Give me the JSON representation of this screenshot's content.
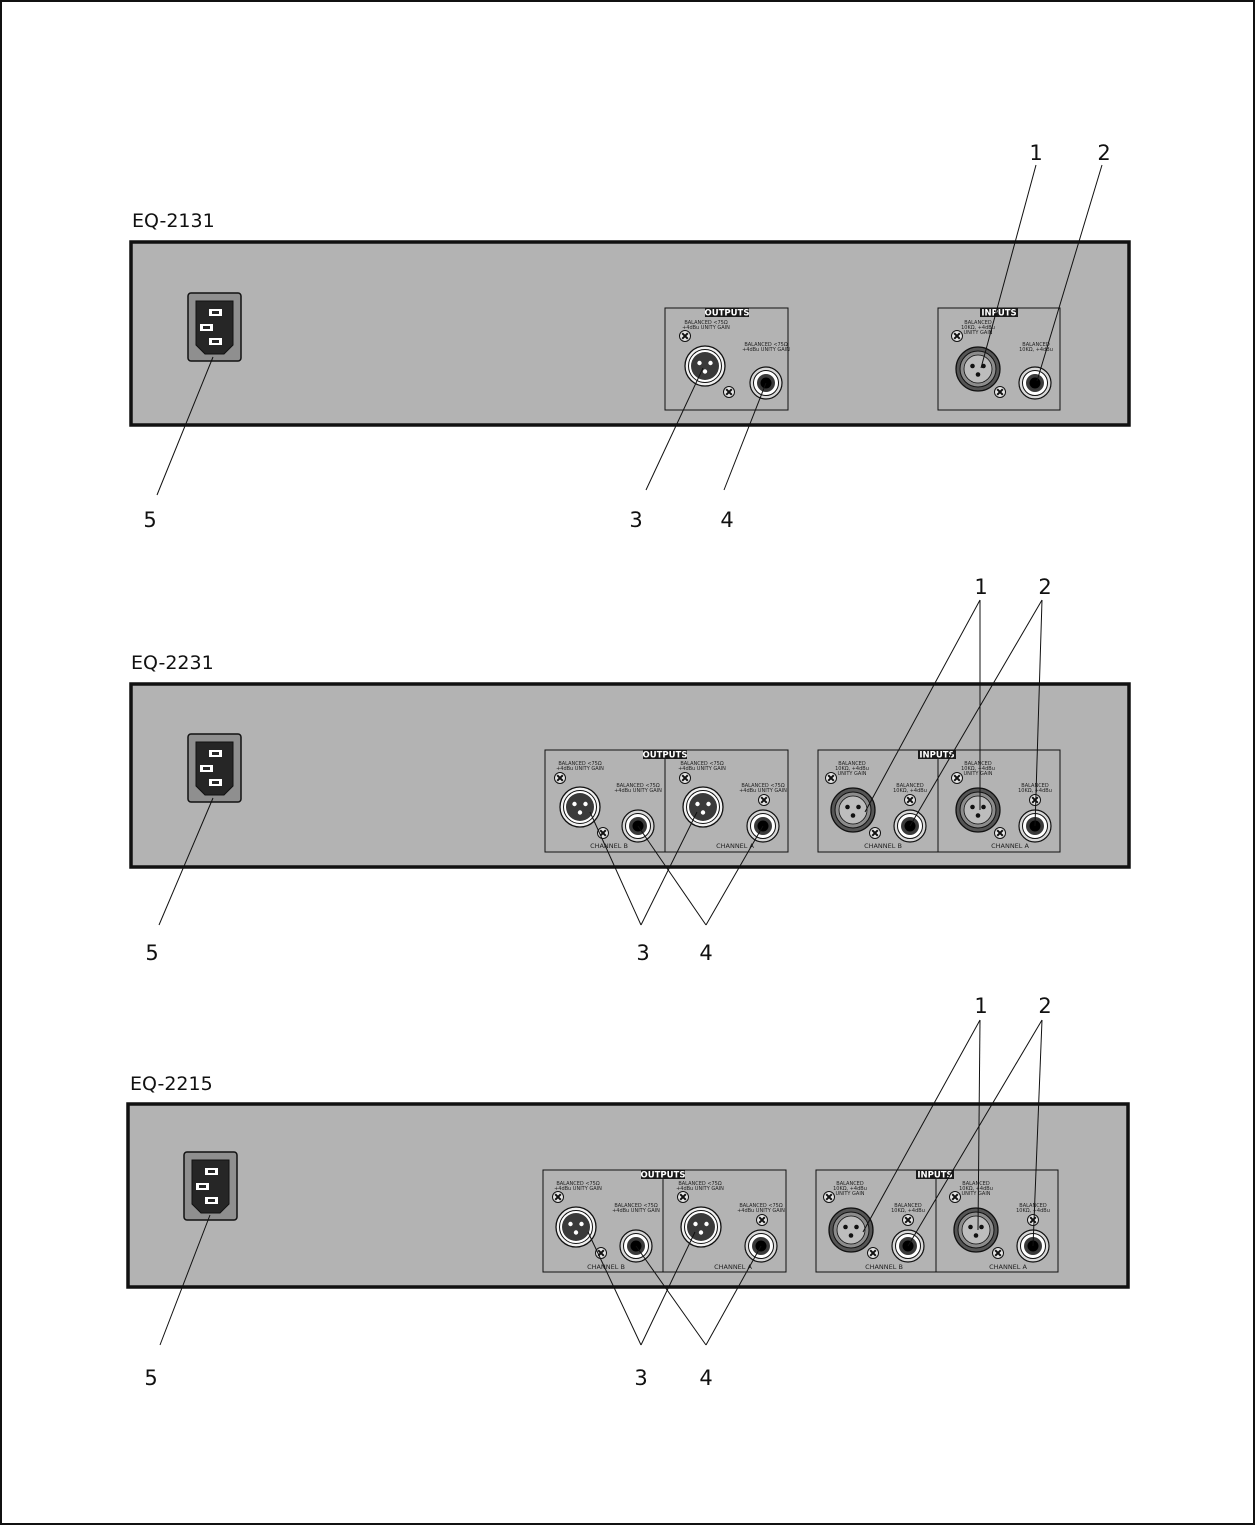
{
  "units": [
    {
      "model": "EQ-2131",
      "outputs_title": "OUTPUTS",
      "inputs_title": "INPUTS",
      "out_xlr_text": [
        "BALANCED <75Ω",
        "+4dBu UNITY GAIN"
      ],
      "out_jack_text": [
        "BALANCED <75Ω",
        "+4dBu UNITY GAIN"
      ],
      "in_xlr_text": [
        "BALANCED",
        "10KΩ, +4dBu",
        "UNITY GAIN"
      ],
      "in_jack_text": [
        "BALANCED",
        "10KΩ, +4dBu"
      ],
      "channels": [],
      "callouts": [
        "1",
        "2",
        "3",
        "4",
        "5"
      ]
    },
    {
      "model": "EQ-2231",
      "outputs_title": "OUTPUTS",
      "inputs_title": "INPUTS",
      "out_xlr_text": [
        "BALANCED <75Ω",
        "+4dBu UNITY GAIN"
      ],
      "out_jack_text": [
        "BALANCED <75Ω",
        "+4dBu UNITY GAIN"
      ],
      "in_xlr_text": [
        "BALANCED",
        "10KΩ, +4dBu",
        "UNITY GAIN"
      ],
      "in_jack_text": [
        "BALANCED",
        "10KΩ, +4dBu"
      ],
      "channels": [
        "CHANNEL B",
        "CHANNEL A"
      ],
      "callouts": [
        "1",
        "2",
        "3",
        "4",
        "5"
      ]
    },
    {
      "model": "EQ-2215",
      "outputs_title": "OUTPUTS",
      "inputs_title": "INPUTS",
      "out_xlr_text": [
        "BALANCED <75Ω",
        "+4dBu UNITY GAIN"
      ],
      "out_jack_text": [
        "BALANCED <75Ω",
        "+4dBu UNITY GAIN"
      ],
      "in_xlr_text": [
        "BALANCED",
        "10KΩ, +4dBu",
        "UNITY GAIN"
      ],
      "in_jack_text": [
        "BALANCED",
        "10KΩ, +4dBu"
      ],
      "channels": [
        "CHANNEL B",
        "CHANNEL A"
      ],
      "callouts": [
        "1",
        "2",
        "3",
        "4",
        "5"
      ]
    }
  ],
  "colors": {
    "panel": "#b3b3b3",
    "outline": "#111111",
    "plate_title": "#1a1a1a",
    "connector_dark": "#3a3a3a"
  }
}
